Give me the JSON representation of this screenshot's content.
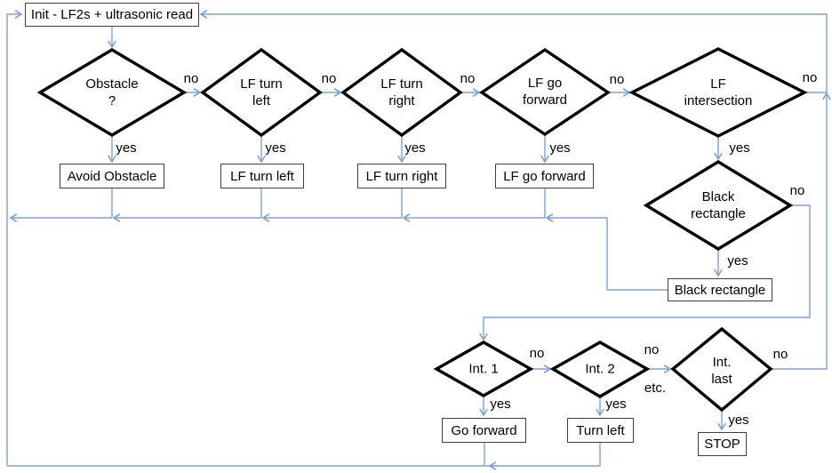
{
  "colors": {
    "line": "#7da2d3",
    "shapeBorder": "#000000",
    "rectBorder": "#3f3f3f",
    "text": "#000000",
    "bg": "#ffffff"
  },
  "labels": {
    "yes": "yes",
    "no": "no",
    "etc": "etc."
  },
  "nodes": {
    "process": {
      "init": "Init - LF2s + ultrasonic read",
      "avoid_obstacle": "Avoid Obstacle",
      "lf_turn_left": "LF turn left",
      "lf_turn_right": "LF turn right",
      "lf_go_forward": "LF go forward",
      "black_rectangle": "Black rectangle",
      "go_forward": "Go forward",
      "turn_left": "Turn left",
      "stop": "STOP"
    },
    "decision": {
      "obstacle": "Obstacle\n?",
      "lf_turn_left": "LF turn\nleft",
      "lf_turn_right": "LF turn\nright",
      "lf_go_forward": "LF go\nforward",
      "lf_intersection": "LF\nintersection",
      "black_rectangle": "Black\nrectangle",
      "int_1": "Int. 1",
      "int_2": "Int. 2",
      "int_last": "Int.\nlast"
    }
  }
}
